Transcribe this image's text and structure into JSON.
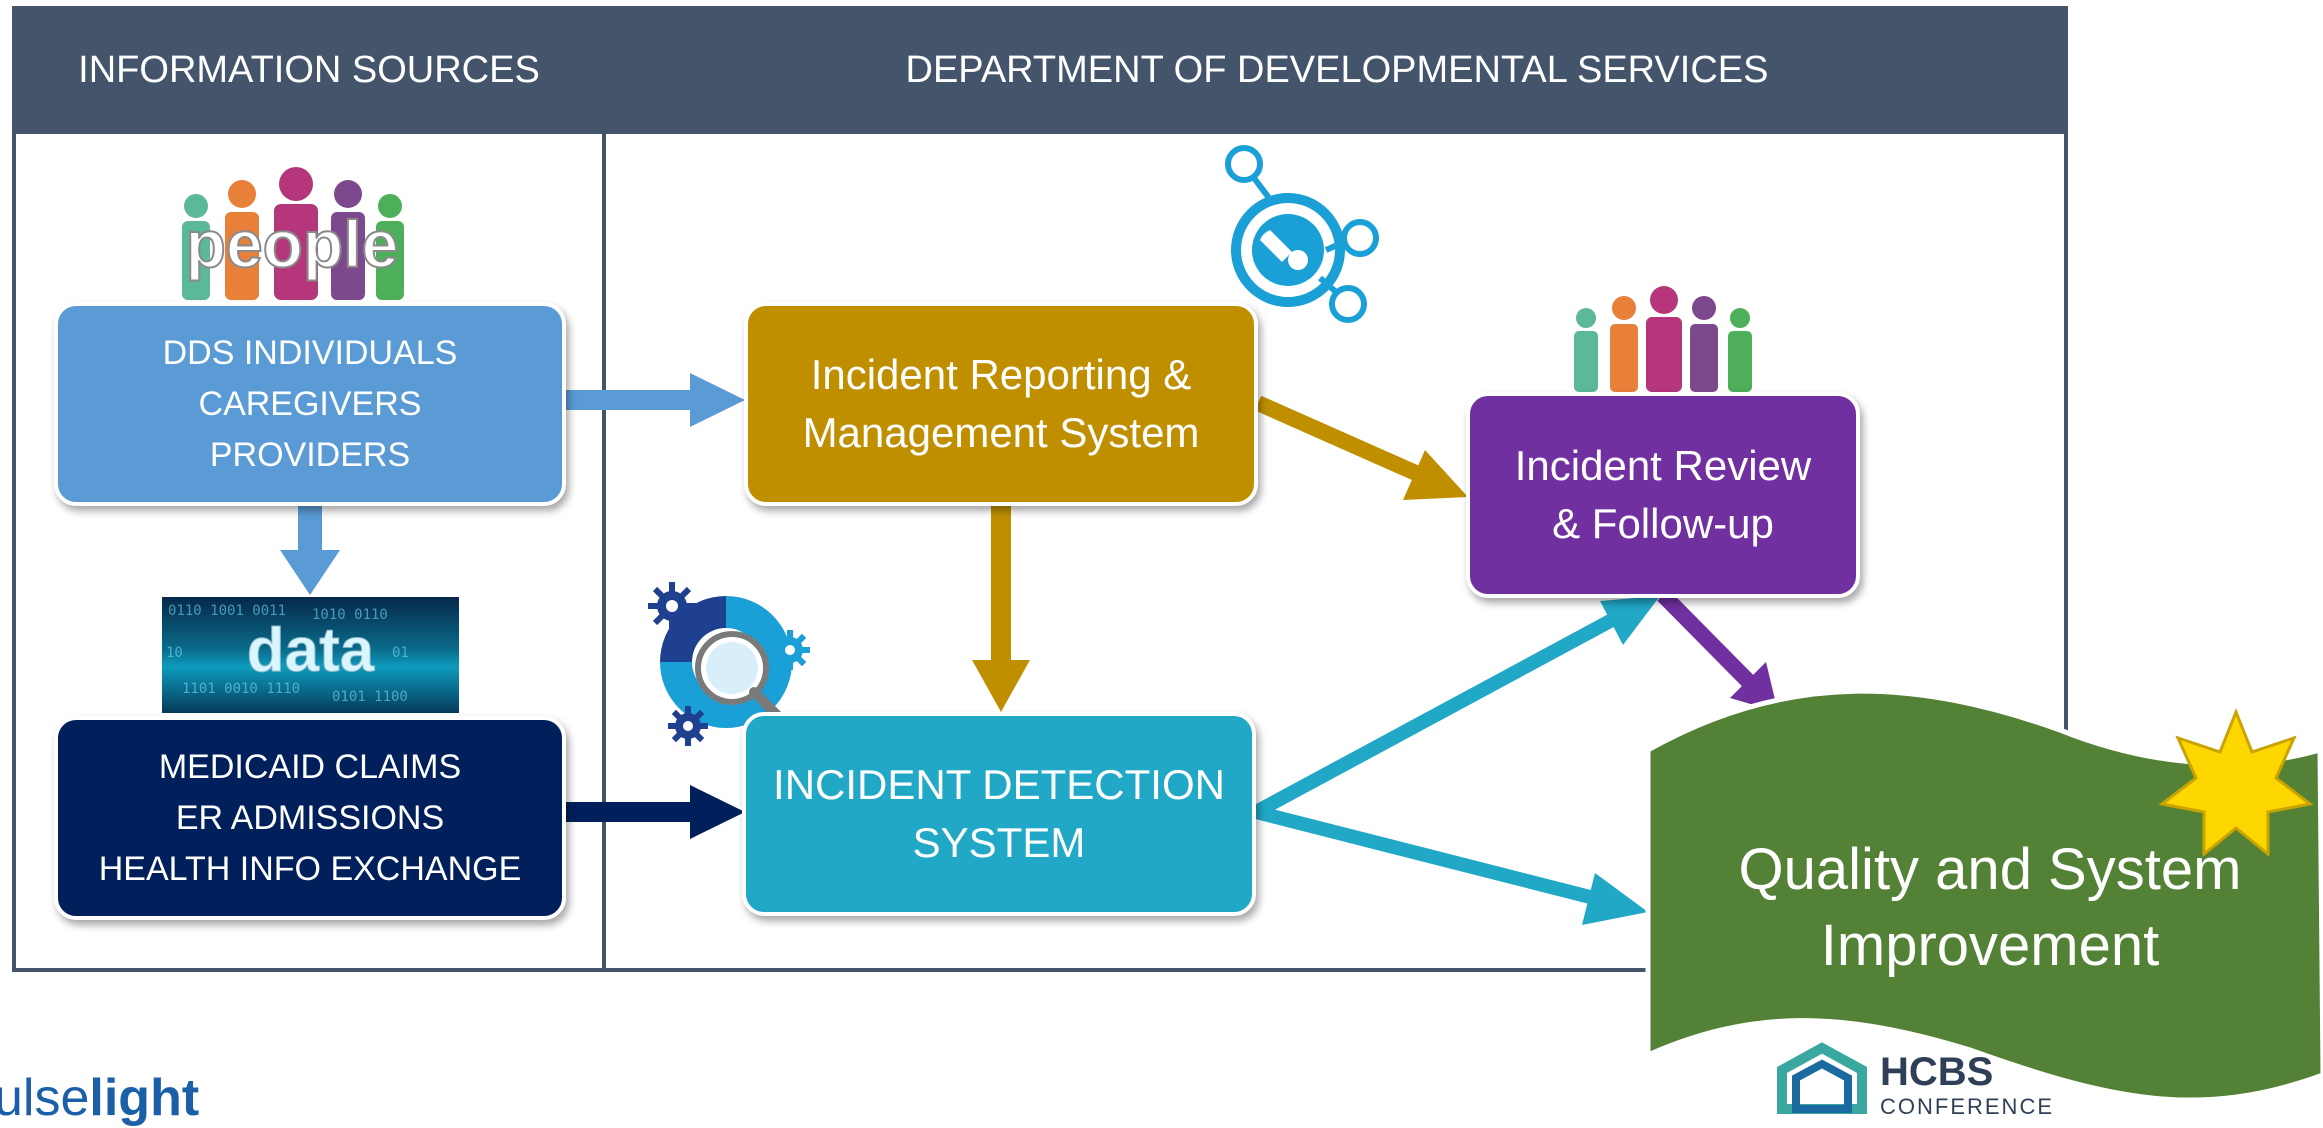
{
  "header": {
    "sources": "INFORMATION SOURCES",
    "department": "DEPARTMENT OF DEVELOPMENTAL SERVICES"
  },
  "images": {
    "people": "people",
    "data": "data"
  },
  "sources": {
    "dds": [
      "DDS INDIVIDUALS",
      "CAREGIVERS",
      "PROVIDERS"
    ],
    "medicaid": [
      "MEDICAID CLAIMS",
      "ER ADMISSIONS",
      "HEALTH INFO EXCHANGE"
    ]
  },
  "process": {
    "reporting": [
      "Incident Reporting &",
      "Management System"
    ],
    "detection": [
      "INCIDENT DETECTION",
      "SYSTEM"
    ],
    "review": [
      "Incident Review",
      "& Follow-up"
    ]
  },
  "outcome": {
    "label": [
      "Quality and System",
      "Improvement"
    ]
  },
  "footer": {
    "brand_left": "ulse",
    "brand_right": "light",
    "hcbs": "HCBS",
    "conference": "CONFERENCE"
  },
  "colors": {
    "header": "#44546a",
    "dds": "#5b9bd5",
    "medicaid": "#001f5b",
    "reporting": "#bf8f00",
    "detection": "#21a8c6",
    "review": "#7030a0",
    "outcome": "#538135",
    "star": "#ffd700"
  },
  "icons": [
    "people-group-icon",
    "data-banner-icon",
    "wrench-network-icon",
    "gear-magnifier-icon",
    "star-icon"
  ]
}
